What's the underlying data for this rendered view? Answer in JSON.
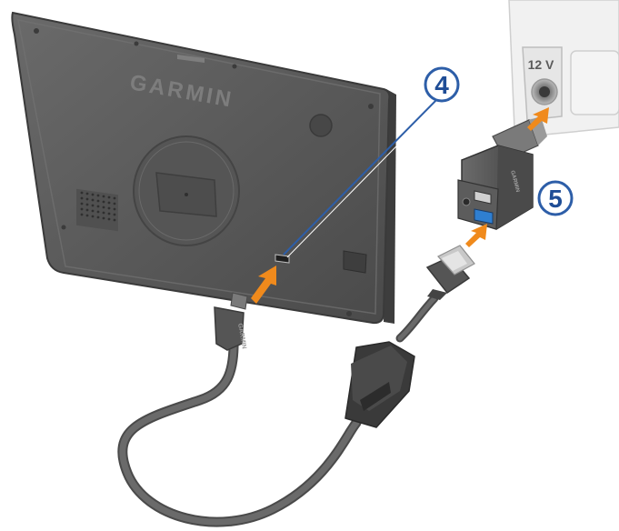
{
  "device": {
    "brand": "GARMIN"
  },
  "adapter": {
    "brand": "GARMIN"
  },
  "charger": {
    "brand": "GARMIN"
  },
  "power_socket": {
    "label": "12 V"
  },
  "callouts": [
    {
      "number": "4"
    },
    {
      "number": "5"
    }
  ],
  "colors": {
    "device_body": "#5b5b5b",
    "device_dark": "#3f3f3f",
    "cable": "#5e5e5e",
    "arrow": "#f08a1c",
    "callout_border": "#2d5ea8",
    "callout_text": "#1f4d96"
  }
}
